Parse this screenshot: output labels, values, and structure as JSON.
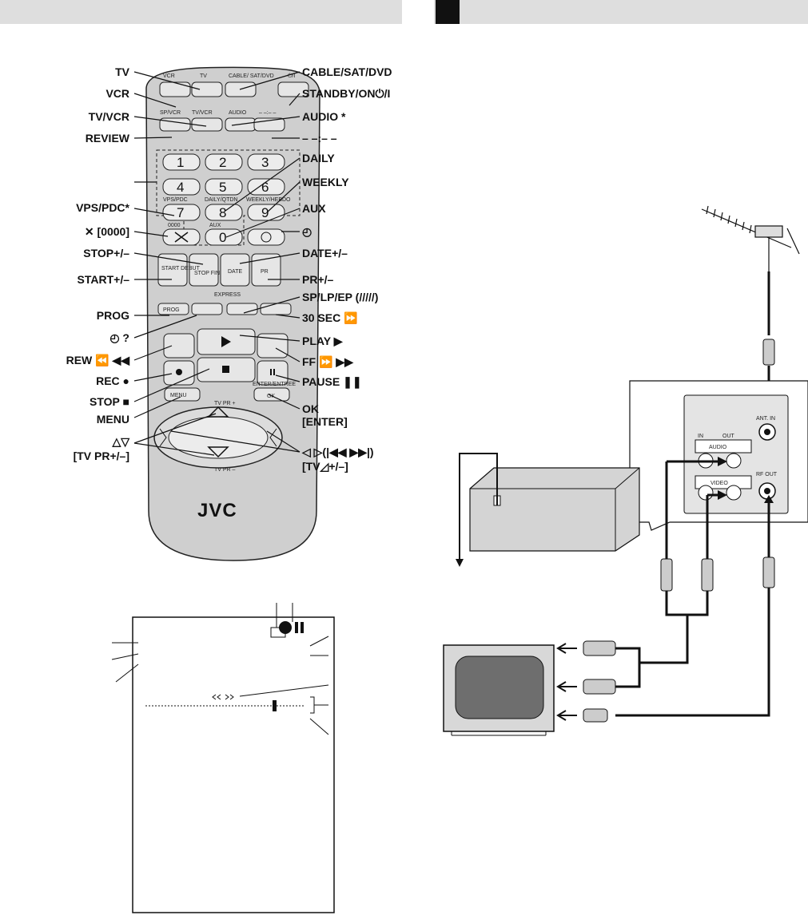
{
  "remote": {
    "left_labels": [
      "TV",
      "VCR",
      "TV/VCR",
      "REVIEW",
      "VPS/PDC*",
      "✕ [0000]",
      "STOP+/–",
      "START+/–",
      "PROG",
      "◴ ?",
      "REW ⏪ ◀◀",
      "REC ●",
      "STOP ■",
      "MENU",
      "△▽",
      "[TV PR+/–]"
    ],
    "right_labels": [
      "CABLE/SAT/DVD",
      "STANDBY/ON⏻/I",
      "AUDIO *",
      "– –:– –",
      "DAILY",
      "WEEKLY",
      "AUX",
      "◴",
      "DATE+/–",
      "PR+/–",
      "SP/LP/EP (/////)",
      "30 SEC ⏩",
      "PLAY ▶",
      "FF ⏩ ▶▶",
      "PAUSE ❚❚",
      "OK",
      "[ENTER]",
      "◁ ▷(|◀◀ ▶▶|)",
      "[TV◿+/–]"
    ],
    "brand": "JVC",
    "top_buttons": [
      "VCR",
      "TV",
      "CABLE/ SAT/DVD",
      "⏻/I"
    ],
    "row2_buttons": [
      "SP/VCR",
      "TV/VCR",
      "AUDIO",
      "– –:– –"
    ],
    "keypad": [
      "1",
      "2",
      "3",
      "4",
      "5",
      "6",
      "7",
      "8",
      "9",
      "0"
    ],
    "key_sublabels": [
      "VPS/PDC",
      "DAILY/QTDN",
      "WEEKLY/HEBDO",
      "0000",
      "AUX"
    ],
    "small_labels": [
      "START DEBUT",
      "STOP FIN",
      "DATE",
      "PR",
      "EXPRESS",
      "PROG",
      "MENU",
      "ENTER/ENTREE",
      "OK",
      "TV PR +",
      "TV PR –"
    ]
  },
  "connection": {
    "vcr_jacks": [
      "ANT. IN",
      "IN",
      "OUT",
      "AUDIO",
      "VIDEO",
      "RF OUT"
    ]
  },
  "colors": {
    "panel": "#e4e4e4",
    "remote_body": "#cfcfcf",
    "vcr": "#d4d4d4",
    "tv_screen": "#6e6e6e"
  }
}
